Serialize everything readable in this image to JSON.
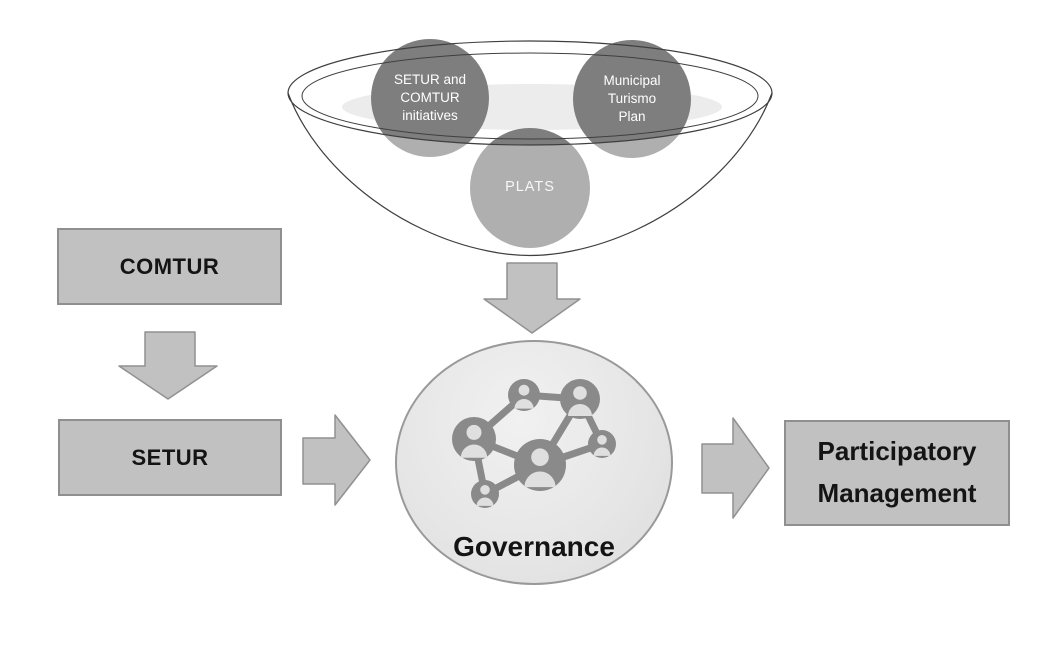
{
  "diagram": {
    "funnel": {
      "circles": [
        {
          "id": "setur-comtur-initiatives",
          "label": "SETUR and\nCOMTUR\ninitiatives"
        },
        {
          "id": "municipal-turismo-plan",
          "label": "Municipal\nTurismo\nPlan"
        },
        {
          "id": "plats",
          "label": "PLATS"
        }
      ]
    },
    "flow": {
      "comtur_label": "COMTUR",
      "setur_label": "SETUR",
      "governance_label": "Governance",
      "participatory_label": "Participatory\nManagement"
    },
    "icons": [
      "funnel-icon",
      "arrow-down-icon",
      "arrow-right-icon",
      "network-people-icon"
    ],
    "colors": {
      "box_fill": "#c1c1c1",
      "box_border": "#8f8f8f",
      "arrow_fill": "#c1c1c1",
      "arrow_border": "#919191",
      "dark_circle": "#7e7e7e",
      "plats_circle_apparent": "#aeaeae",
      "funnel_liquid": "#ececec",
      "funnel_outline": "#3f3f3f",
      "governance_fill": "#e6e6e6",
      "governance_border": "#999999",
      "network_icon": "#8a8a8a",
      "text_dark": "#141414",
      "text_light": "#ffffff"
    }
  }
}
